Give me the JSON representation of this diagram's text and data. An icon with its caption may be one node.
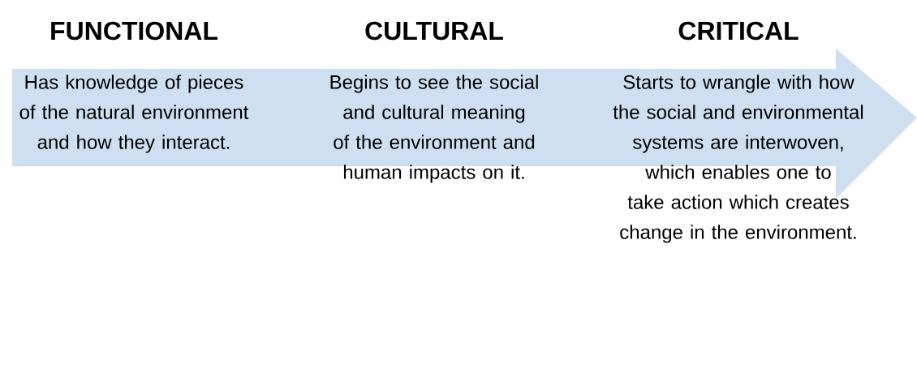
{
  "diagram": {
    "labels": [
      "FUNCTIONAL",
      "CULTURAL",
      "CRITICAL",
      "Has knowledge of pieces of the natural environment and how they interact.",
      "Begins to see the social and cultural meaning of the environment and human impacts on it.",
      "Starts to wrangle with how the social and environmental systems are interwoven, which enables one to take action which creates change in the environment."
    ]
  }
}
